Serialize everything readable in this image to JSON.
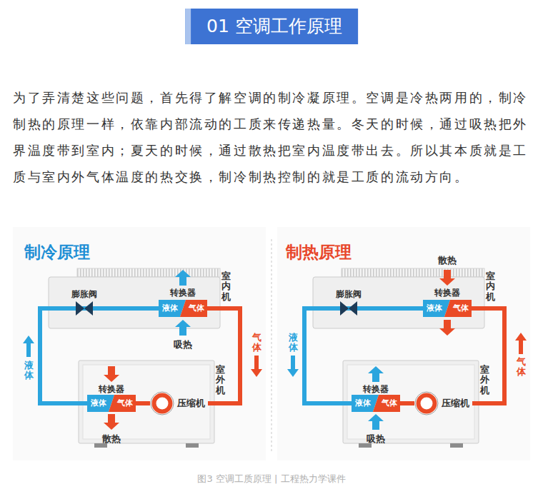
{
  "diagram": {
    "title": "01 空调工作原理",
    "caption": "图3 空调工质原理 | 工程热力学课件",
    "nodes": [
      {
        "text": [
          "室内机"
        ]
      },
      {
        "text": [
          "膨胀阀"
        ],
        "in": 0
      },
      {
        "text": [
          "转换器",
          "液体",
          "气体"
        ],
        "in": 0
      },
      {
        "text": [
          "室外机"
        ]
      },
      {
        "text": [
          "转换器",
          "液体",
          "气体"
        ],
        "in": 3
      },
      {
        "text": [
          "压缩机"
        ],
        "in": 3
      },
      {
        "text": [
          "室内机"
        ]
      },
      {
        "text": [
          "膨胀阀"
        ],
        "in": 6
      },
      {
        "text": [
          "转换器",
          "液体",
          "气体"
        ],
        "in": 6
      },
      {
        "text": [
          "室外机"
        ]
      },
      {
        "text": [
          "转换器",
          "液体",
          "气体"
        ],
        "in": 9
      },
      {
        "text": [
          "压缩机"
        ],
        "in": 9
      }
    ],
    "edges": [
      {
        "from": 2,
        "to": 1,
        "arrow": "none"
      },
      {
        "from": 1,
        "to": 4,
        "arrow": "none"
      },
      {
        "from": 2,
        "to": 5,
        "arrow": "none"
      },
      {
        "from": 5,
        "to": 4,
        "arrow": "none"
      },
      {
        "from": 8,
        "to": 7,
        "arrow": "none"
      },
      {
        "from": 7,
        "to": 10,
        "arrow": "none"
      },
      {
        "from": 8,
        "to": 11,
        "arrow": "none"
      },
      {
        "from": 11,
        "to": 10,
        "arrow": "none"
      }
    ],
    "labels": [
      "为了弄清楚这些问题，首先得了解空调的制冷凝原理。空调是冷热两用的，制冷制热的原理一样，依靠内部流动的工质来传递热量。冬天的时候，通过吸热把外界温度带到室内；夏天的时候，通过散热把室内温度带出去。所以其本质就是工质与室内外气体温度的热交换，制冷制热控制的就是工质的流动方向。",
      "制冷原理",
      "吸热",
      "液体",
      "气体",
      "散热",
      "制热原理",
      "散热",
      "液体",
      "气体",
      "吸热"
    ]
  }
}
